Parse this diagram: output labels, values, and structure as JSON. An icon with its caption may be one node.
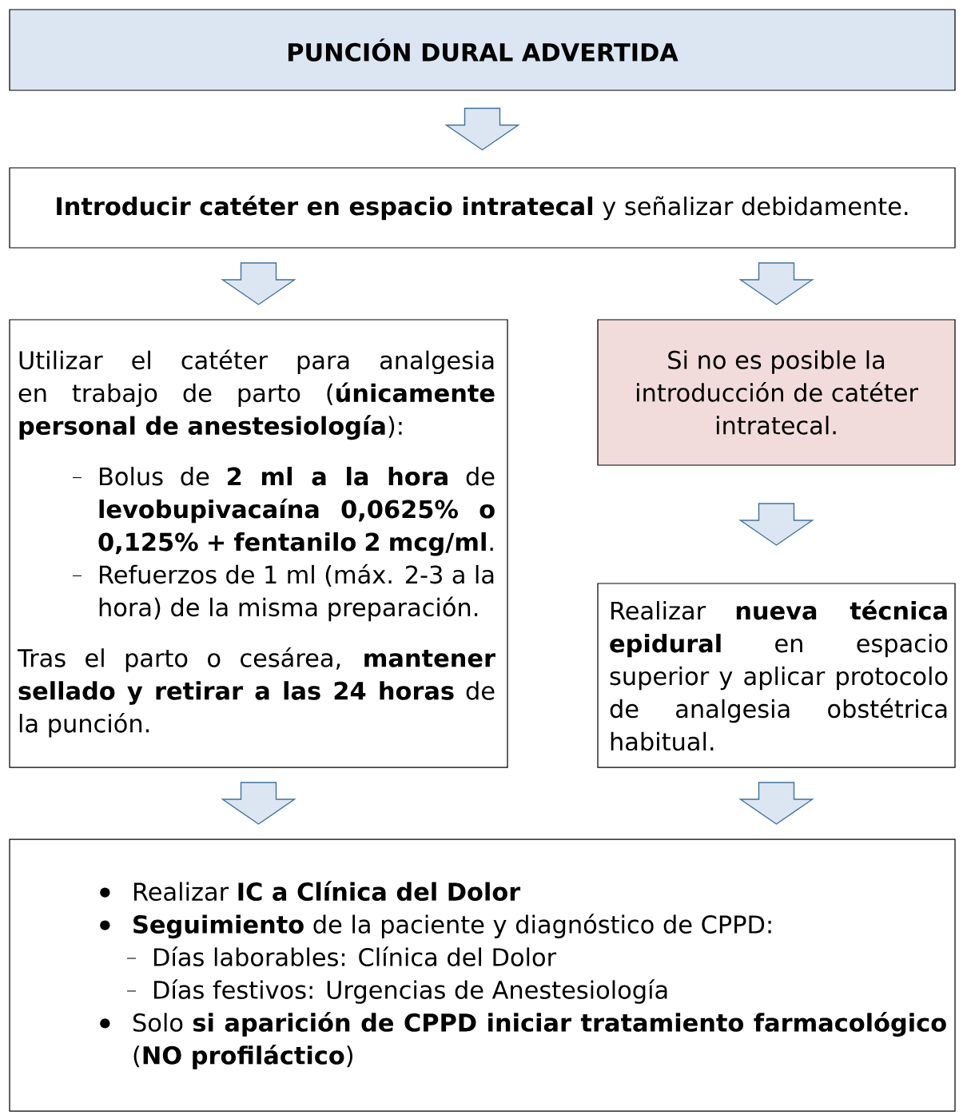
{
  "diagram": {
    "nodes": [
      {
        "text": [
          "PUNCIÓN DURAL ADVERTIDA"
        ]
      },
      {
        "text": [
          "**Introducir catéter en espacio intratecal** y señalizar debidamente."
        ]
      },
      {
        "text": [
          "Utilizar el catéter para analgesia en trabajo de parto (**únicamente personal de anestesiología**):",
          "Bolus de **2 ml a la hora** de **levobupivacaína 0,0625% o 0,125% + fentanilo 2 mcg/ml**.",
          "Refuerzos de 1 ml (máx. 2-3 a la hora) de la misma preparación.",
          "Tras el parto o cesárea, **mantener sellado y retirar a las 24 horas** de la punción."
        ]
      },
      {
        "text": [
          "Si no es posible la introducción de catéter intratecal."
        ]
      },
      {
        "text": [
          "Realizar **nueva técnica epidural** en espacio superior y aplicar protocolo de analgesia obstétrica habitual."
        ]
      },
      {
        "text": [
          "Realizar **IC a Clínica del Dolor**",
          "**Seguimiento** de la paciente y diagnóstico de CPPD:",
          "Días laborables: Clínica del Dolor",
          "Días festivos: Urgencias de Anestesiología",
          "Solo **si aparición de CPPD iniciar tratamiento farmacológico** (**NO profiláctico**)"
        ]
      }
    ],
    "edges": [
      {
        "from": 0,
        "to": 1,
        "arrow": "to"
      },
      {
        "from": 1,
        "to": 2,
        "arrow": "to"
      },
      {
        "from": 1,
        "to": 3,
        "arrow": "to"
      },
      {
        "from": 3,
        "to": 4,
        "arrow": "to"
      },
      {
        "from": 2,
        "to": 5,
        "arrow": "to"
      },
      {
        "from": 4,
        "to": 5,
        "arrow": "to"
      }
    ]
  }
}
